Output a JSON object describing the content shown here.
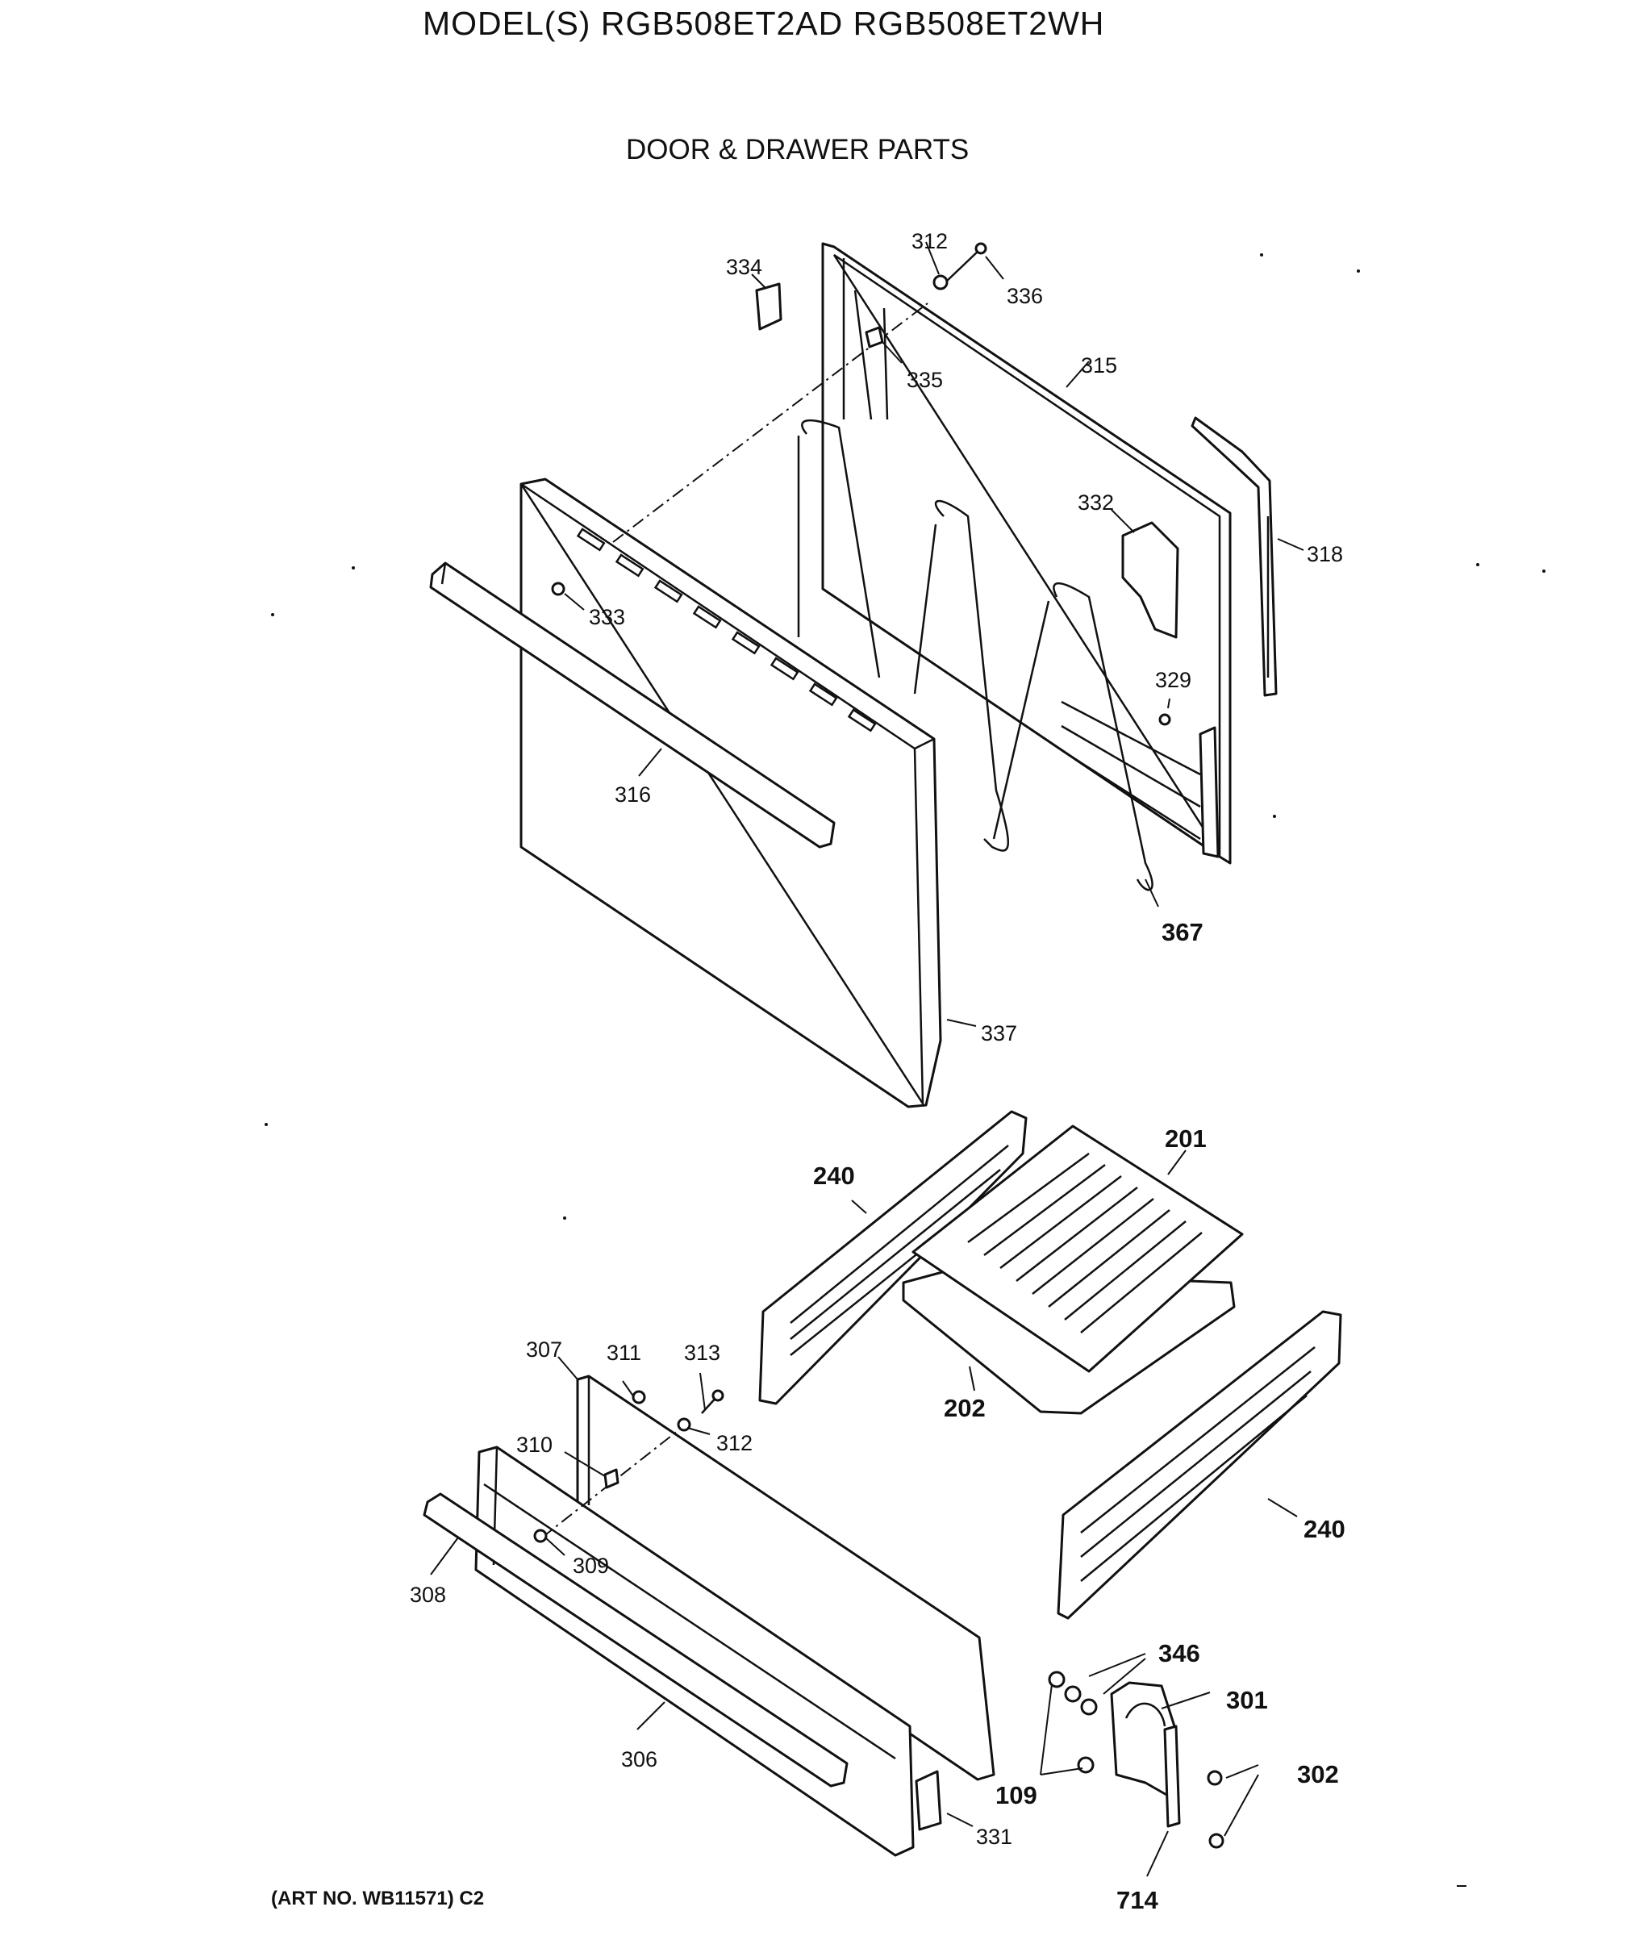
{
  "header": {
    "model_line": "MODEL(S) RGB508ET2AD  RGB508ET2WH",
    "section_title": "DOOR & DRAWER PARTS"
  },
  "footer": {
    "art_number": "(ART NO. WB11571) C2"
  },
  "callouts": {
    "p312_top": "312",
    "p336": "336",
    "p334": "334",
    "p335": "335",
    "p315": "315",
    "p318": "318",
    "p332": "332",
    "p333": "333",
    "p329": "329",
    "p316": "316",
    "p367": "367",
    "p337": "337",
    "p201": "201",
    "p240_top": "240",
    "p202": "202",
    "p307": "307",
    "p311": "311",
    "p313": "313",
    "p312_bottom": "312",
    "p310": "310",
    "p309": "309",
    "p308": "308",
    "p240_bottom": "240",
    "p306": "306",
    "p346": "346",
    "p301": "301",
    "p109": "109",
    "p302": "302",
    "p331": "331",
    "p714": "714"
  }
}
